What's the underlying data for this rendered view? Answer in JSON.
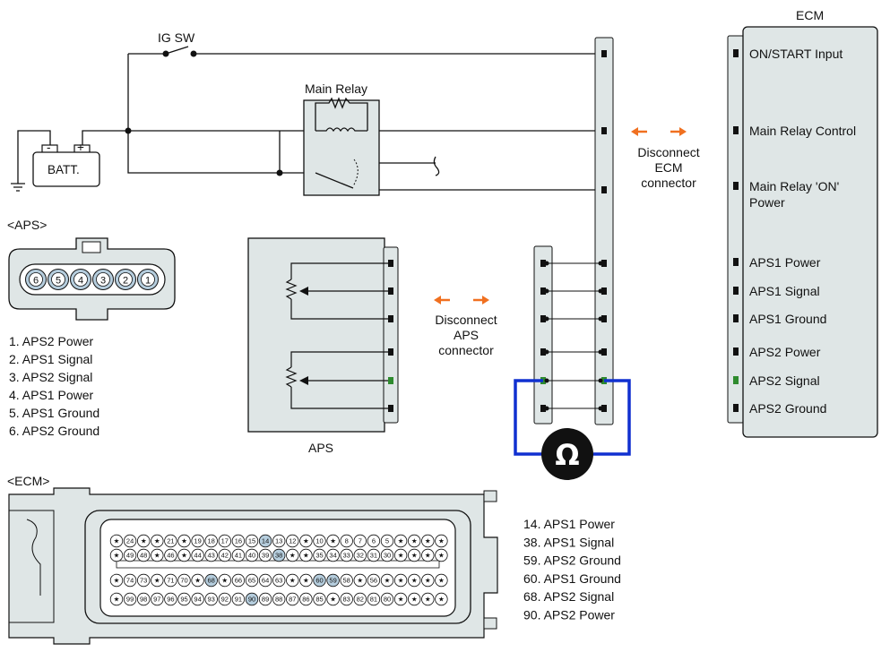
{
  "ig_sw": "IG SW",
  "batt": {
    "label": "BATT.",
    "minus": "-",
    "plus": "+"
  },
  "main_relay": "Main Relay",
  "ecm_title": "ECM",
  "ecm_pins": [
    {
      "label": "ON/START Input",
      "highlight": false
    },
    {
      "label": "Main Relay Control",
      "highlight": false
    },
    {
      "label": "Main Relay 'ON'",
      "label2": "Power",
      "highlight": false
    },
    {
      "label": "APS1 Power",
      "highlight": false
    },
    {
      "label": "APS1 Signal",
      "highlight": false
    },
    {
      "label": "APS1 Ground",
      "highlight": false
    },
    {
      "label": "APS2 Power",
      "highlight": false
    },
    {
      "label": "APS2 Signal",
      "highlight": true
    },
    {
      "label": "APS2 Ground",
      "highlight": false
    }
  ],
  "disconnect_ecm": [
    "Disconnect",
    "ECM",
    "connector"
  ],
  "disconnect_aps": [
    "Disconnect",
    "APS",
    "connector"
  ],
  "aps_component": "APS",
  "ohm_symbol": "Ω",
  "aps_connector": {
    "title": "<APS>",
    "pins": [
      "6",
      "5",
      "4",
      "3",
      "2",
      "1"
    ],
    "list": [
      {
        "text": "1. APS2 Power",
        "highlight": false
      },
      {
        "text": "2. APS1 Signal",
        "highlight": false
      },
      {
        "text": "3. APS2 Signal",
        "highlight": true
      },
      {
        "text": "4. APS1 Power",
        "highlight": false
      },
      {
        "text": "5. APS1 Ground",
        "highlight": false
      },
      {
        "text": "6. APS2 Ground",
        "highlight": false
      }
    ]
  },
  "ecm_connector": {
    "title": "<ECM>",
    "rows": [
      [
        "★",
        "24",
        "★",
        "★",
        "21",
        "★",
        "19",
        "18",
        "17",
        "16",
        "15",
        "14",
        "13",
        "12",
        "★",
        "10",
        "★",
        "8",
        "7",
        "6",
        "5",
        "★",
        "★",
        "★",
        "★"
      ],
      [
        "★",
        "49",
        "48",
        "★",
        "46",
        "★",
        "44",
        "43",
        "42",
        "41",
        "40",
        "39",
        "38",
        "★",
        "★",
        "35",
        "34",
        "33",
        "32",
        "31",
        "30",
        "★",
        "★",
        "★",
        "★"
      ],
      [
        "★",
        "74",
        "73",
        "★",
        "71",
        "70",
        "★",
        "68",
        "★",
        "66",
        "65",
        "64",
        "63",
        "★",
        "★",
        "60",
        "59",
        "58",
        "★",
        "56",
        "★",
        "★",
        "★",
        "★",
        "★"
      ],
      [
        "★",
        "99",
        "98",
        "97",
        "96",
        "95",
        "94",
        "93",
        "92",
        "91",
        "90",
        "89",
        "88",
        "87",
        "86",
        "85",
        "★",
        "83",
        "82",
        "81",
        "80",
        "★",
        "★",
        "★",
        "★"
      ]
    ],
    "highlighted": [
      "14",
      "38",
      "60",
      "59",
      "68",
      "90"
    ],
    "list": [
      {
        "text": "14. APS1 Power",
        "highlight": false
      },
      {
        "text": "38. APS1 Signal",
        "highlight": false
      },
      {
        "text": "59. APS2 Ground",
        "highlight": false
      },
      {
        "text": "60. APS1 Ground",
        "highlight": false
      },
      {
        "text": "68. APS2 Signal",
        "highlight": true
      },
      {
        "text": "90. APS2 Power",
        "highlight": false
      }
    ]
  },
  "colors": {
    "panel": "#dfe6e6",
    "pin_highlight": "#b5cddd",
    "signal_green": "#2e8b2e",
    "meter_blue": "#1030d0",
    "arrow_orange": "#f07020"
  }
}
